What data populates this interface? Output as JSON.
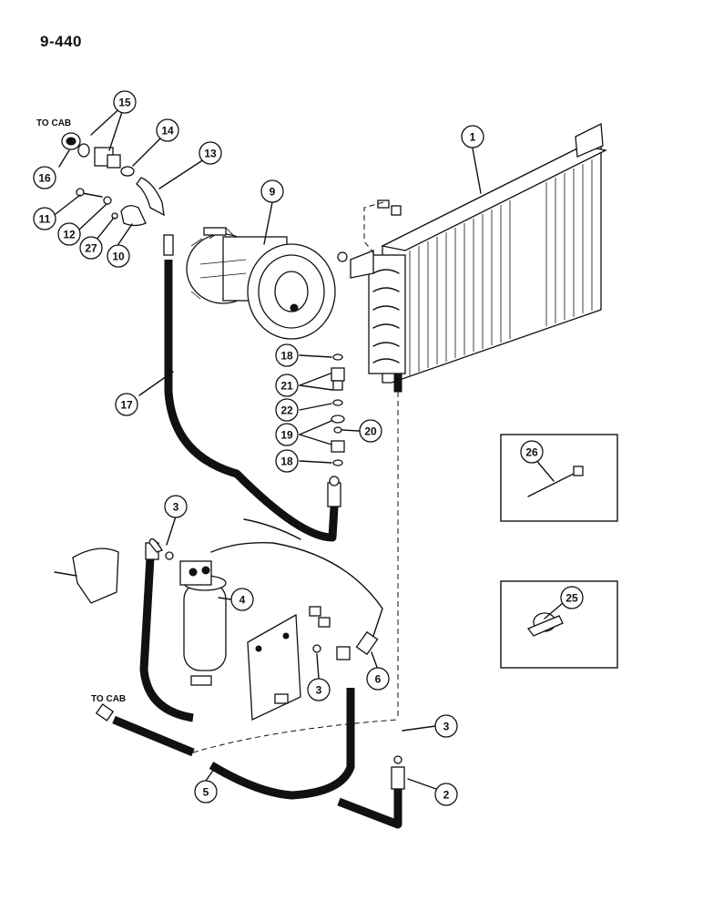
{
  "page_number": "9-440",
  "labels": {
    "to_cab_top": "TO CAB",
    "to_cab_bottom": "TO CAB"
  },
  "callouts": {
    "c1": "1",
    "c2": "2",
    "c3a": "3",
    "c3b": "3",
    "c3c": "3",
    "c4": "4",
    "c5": "5",
    "c6": "6",
    "c9": "9",
    "c10": "10",
    "c11": "11",
    "c12": "12",
    "c13": "13",
    "c14": "14",
    "c15": "15",
    "c16": "16",
    "c17": "17",
    "c18a": "18",
    "c18b": "18",
    "c19": "19",
    "c20": "20",
    "c21": "21",
    "c22": "22",
    "c25": "25",
    "c26": "26",
    "c27": "27"
  }
}
